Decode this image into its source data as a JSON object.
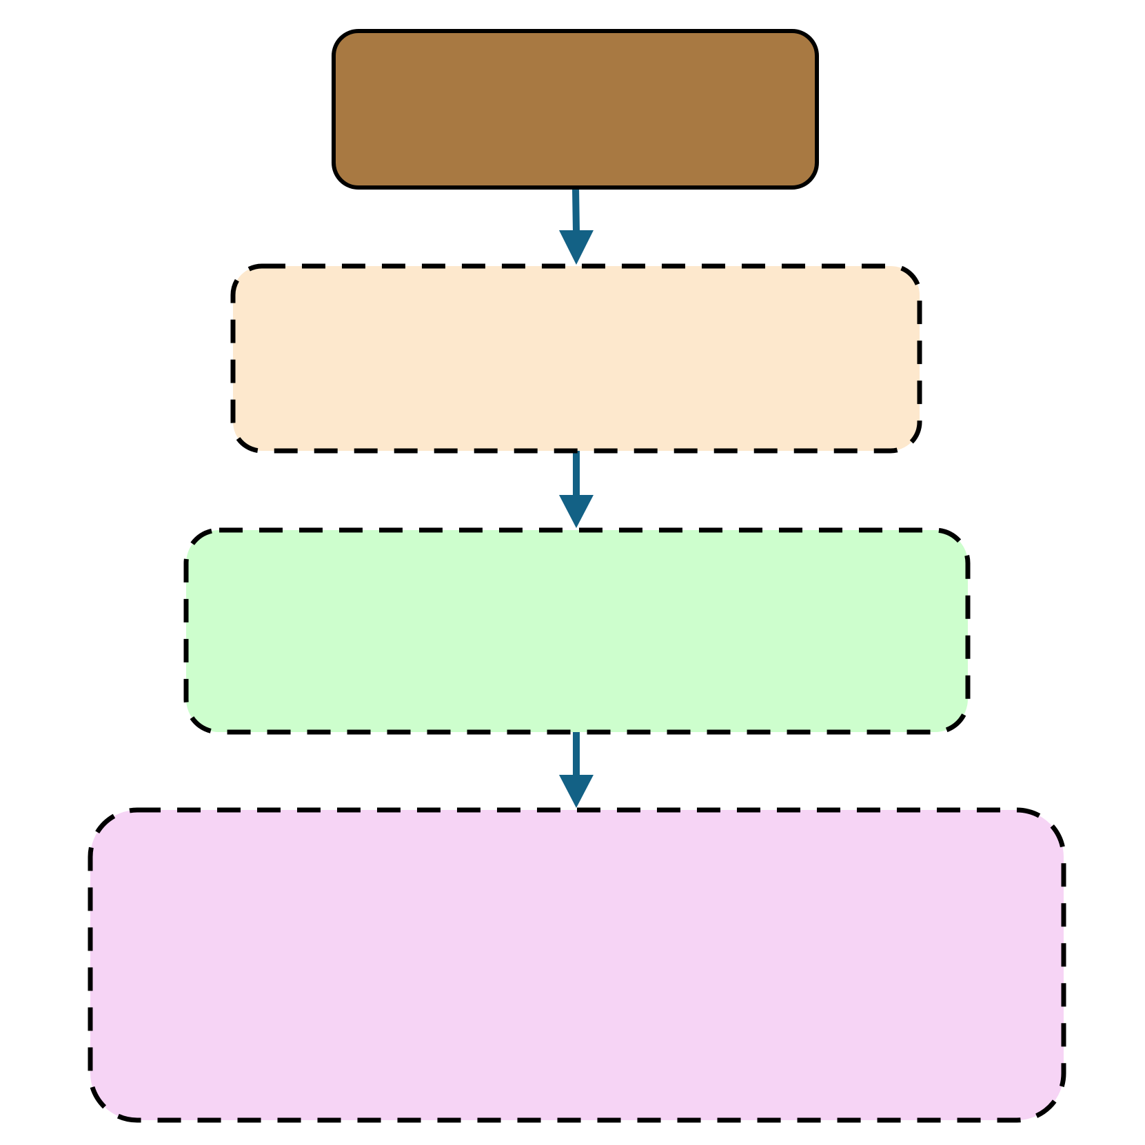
{
  "diagram": {
    "colors": {
      "background": "#ffffff",
      "node_stroke": "#000000",
      "edge": "#136185"
    },
    "nodes": [
      {
        "id": "node-1",
        "label": "",
        "fill": "#a87942",
        "border": "solid"
      },
      {
        "id": "node-2",
        "label": "",
        "fill": "#fde8cd",
        "border": "dashed"
      },
      {
        "id": "node-3",
        "label": "",
        "fill": "#cdfecd",
        "border": "dashed"
      },
      {
        "id": "node-4",
        "label": "",
        "fill": "#f6d4f5",
        "border": "dashed"
      }
    ],
    "edges": [
      {
        "from": "node-1",
        "to": "node-2"
      },
      {
        "from": "node-2",
        "to": "node-3"
      },
      {
        "from": "node-3",
        "to": "node-4"
      }
    ]
  }
}
